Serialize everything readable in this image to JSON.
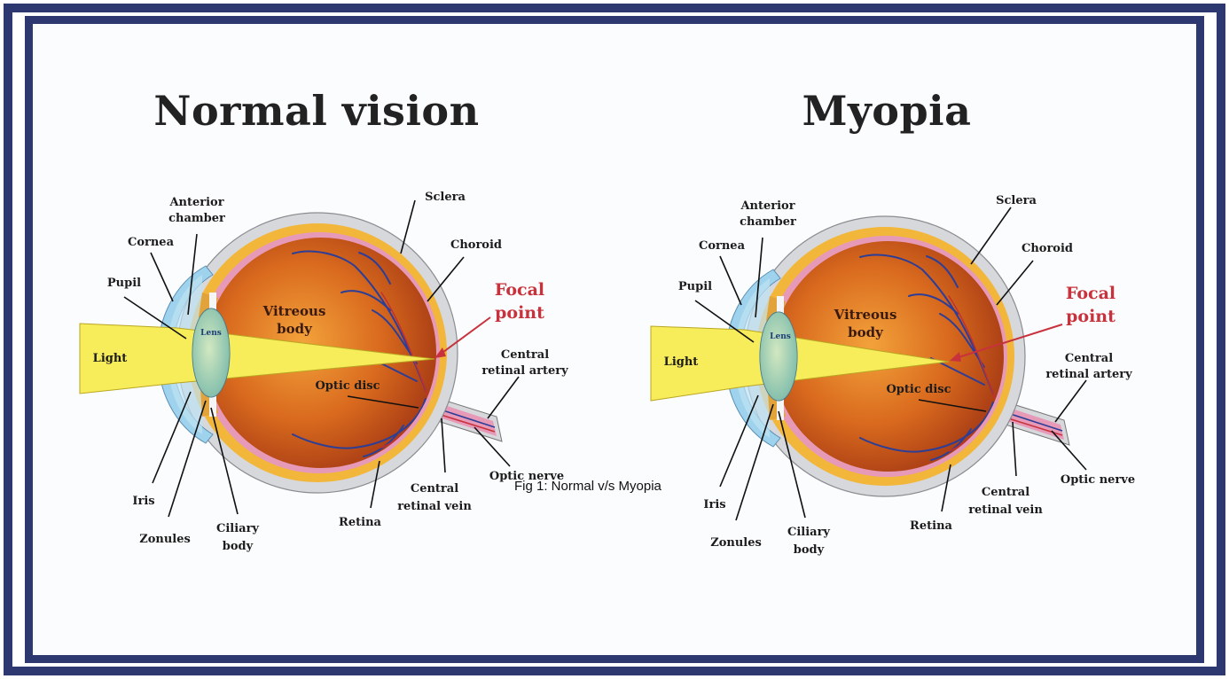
{
  "caption": "Fig 1: Normal v/s Myopia",
  "panels": [
    {
      "title": "Normal vision",
      "labels": {
        "anterior_chamber_1": "Anterior",
        "anterior_chamber_2": "chamber",
        "sclera": "Sclera",
        "cornea": "Cornea",
        "choroid": "Choroid",
        "pupil": "Pupil",
        "focal_1": "Focal",
        "focal_2": "point",
        "vitreous_1": "Vitreous",
        "vitreous_2": "body",
        "lens": "Lens",
        "light": "Light",
        "central_artery_1": "Central",
        "central_artery_2": "retinal artery",
        "optic_disc": "Optic disc",
        "optic_nerve": "Optic nerve",
        "iris": "Iris",
        "central_vein_1": "Central",
        "central_vein_2": "retinal vein",
        "zonules": "Zonules",
        "ciliary_1": "Ciliary",
        "ciliary_2": "body",
        "retina": "Retina"
      }
    },
    {
      "title": "Myopia",
      "labels": {
        "anterior_chamber_1": "Anterior",
        "anterior_chamber_2": "chamber",
        "sclera": "Sclera",
        "cornea": "Cornea",
        "choroid": "Choroid",
        "pupil": "Pupil",
        "focal_1": "Focal",
        "focal_2": "point",
        "vitreous_1": "Vitreous",
        "vitreous_2": "body",
        "lens": "Lens",
        "light": "Light",
        "central_artery_1": "Central",
        "central_artery_2": "retinal artery",
        "optic_disc": "Optic disc",
        "optic_nerve": "Optic nerve",
        "iris": "Iris",
        "central_vein_1": "Central",
        "central_vein_2": "retinal vein",
        "zonules": "Zonules",
        "ciliary_1": "Ciliary",
        "ciliary_2": "body",
        "retina": "Retina"
      }
    }
  ],
  "colors": {
    "frame": "#2e3870",
    "sclera": "#d6d8dc",
    "choroid": "#f2b63a",
    "retina_band": "#e79ab8",
    "vitreous": "#d56a1e",
    "light_beam": "#f7ec5a",
    "lens": "#4fb2e0",
    "vessels": "#2d3e96",
    "focal_label": "#c8323c"
  }
}
